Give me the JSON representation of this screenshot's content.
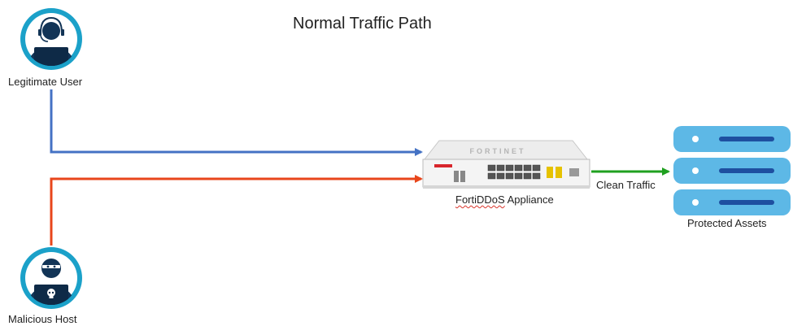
{
  "diagram": {
    "title": "Normal Traffic Path",
    "nodes": {
      "legitimate_user": {
        "label": "Legitimate User",
        "icon": "user-headset-icon"
      },
      "malicious_host": {
        "label": "Malicious Host",
        "icon": "hacker-skull-icon"
      },
      "appliance": {
        "label_part1": "FortiDDoS",
        "label_part2": " Appliance",
        "brand_text": "FORTINET",
        "icon": "network-appliance-icon"
      },
      "protected_assets": {
        "label": "Protected Assets",
        "icon": "server-stack-icon"
      }
    },
    "edges": [
      {
        "from": "legitimate_user",
        "to": "appliance",
        "color": "#4472C4"
      },
      {
        "from": "malicious_host",
        "to": "appliance",
        "color": "#E8461B"
      },
      {
        "from": "appliance",
        "to": "protected_assets",
        "label": "Clean Traffic",
        "color": "#1FA01F"
      }
    ],
    "colors": {
      "icon_ring": "#1BA1C9",
      "server_blue": "#5DB8E6",
      "legit_path": "#4472C4",
      "malicious_path": "#E8461B",
      "clean_path": "#1FA01F"
    }
  }
}
